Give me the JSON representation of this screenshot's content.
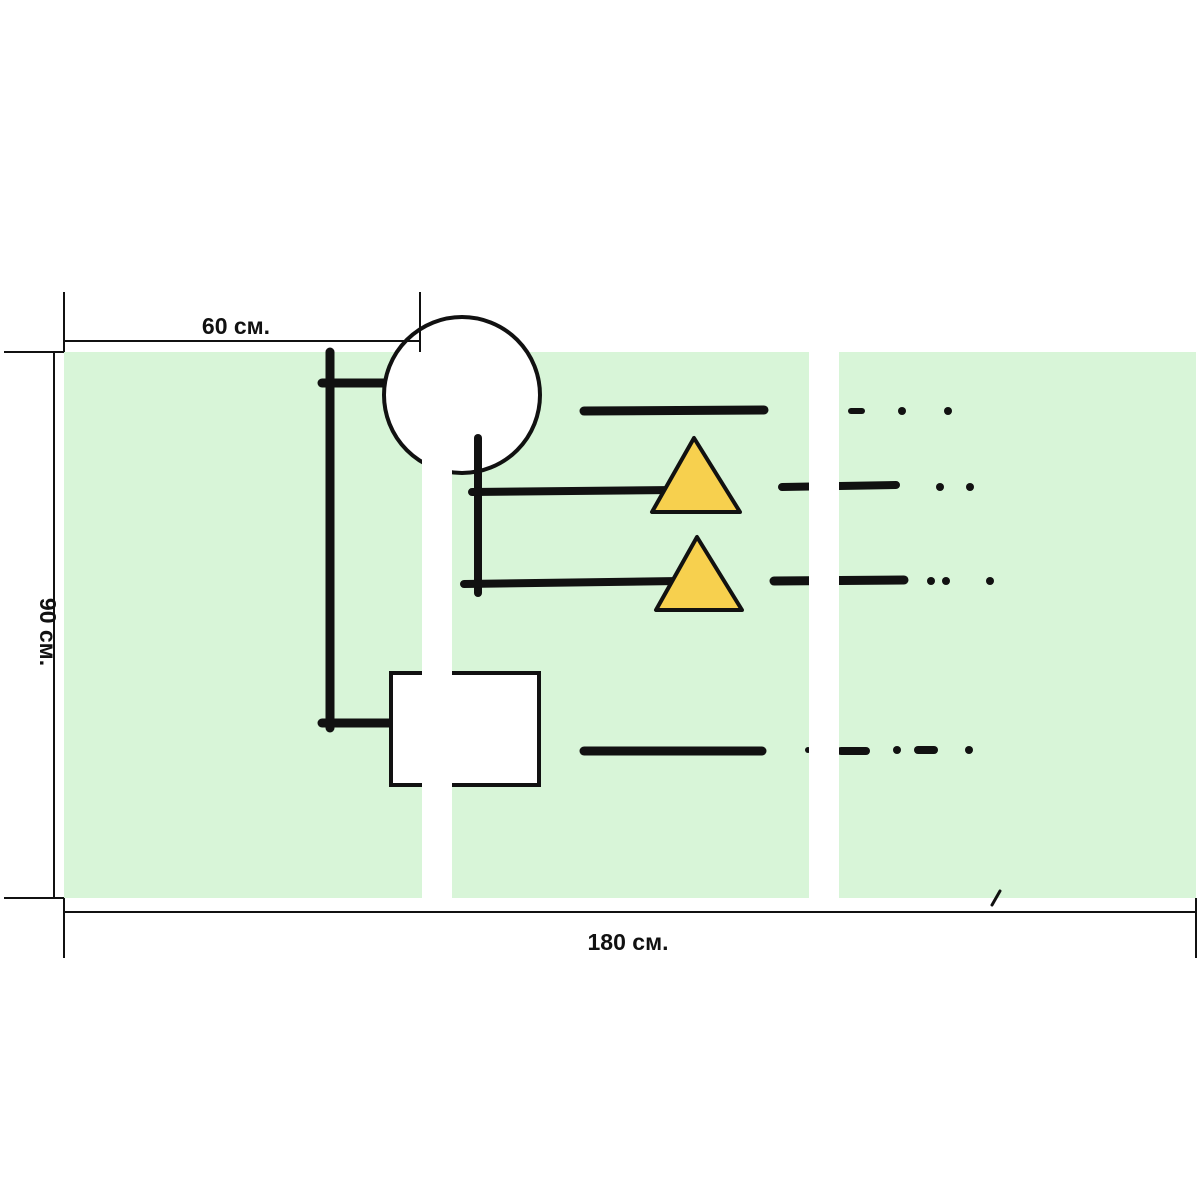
{
  "dimensions": {
    "panel_width_label": "60 см.",
    "total_width_label": "180 см.",
    "height_label": "90 см."
  },
  "panels": {
    "count": 3
  },
  "colors": {
    "panel_fill": "#d8f5d8",
    "triangle_fill": "#f7d04e",
    "stroke": "#111111",
    "gap": "#ffffff"
  },
  "shapes": [
    "circle",
    "triangle",
    "triangle",
    "square"
  ]
}
